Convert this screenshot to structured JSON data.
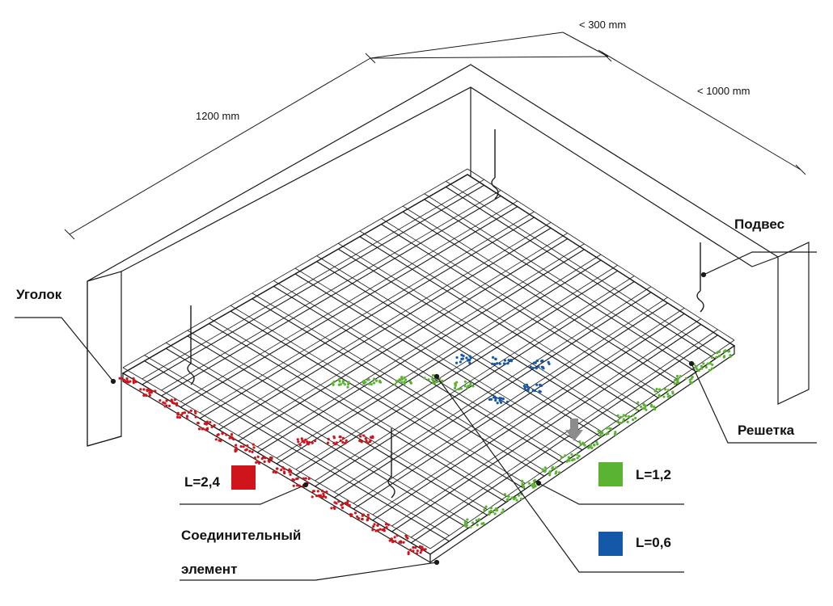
{
  "dimensions": {
    "cell_label": "1200 mm",
    "offset_label": "< 300 mm",
    "span_label": "< 1000 mm"
  },
  "callouts": {
    "corner": "Уголок",
    "hanger": "Подвес",
    "grid": "Решетка",
    "connector_line1": "Соединительный",
    "connector_line2": "элемент"
  },
  "legend": [
    {
      "label": "L=2,4",
      "color": "#d0141c"
    },
    {
      "label": "L=1,2",
      "color": "#5bb431"
    },
    {
      "label": "L=0,6",
      "color": "#1459a8"
    }
  ],
  "colors": {
    "line": "#1a1a1a",
    "arrow": "#8c8c8c"
  },
  "icons": {
    "install_arrow": "down-arrow-icon"
  }
}
